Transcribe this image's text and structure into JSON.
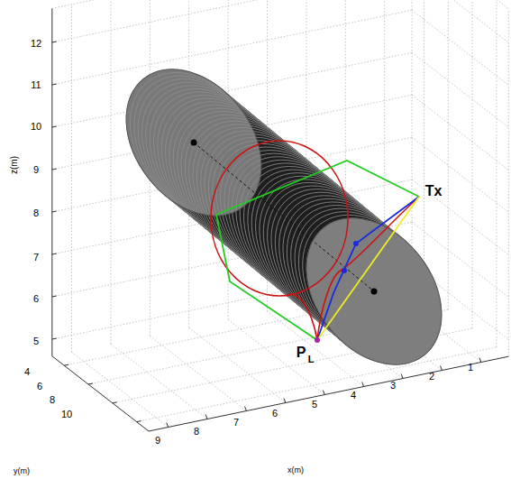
{
  "diagram": {
    "labels": [
      "12",
      "11",
      "10",
      "9",
      "8",
      "7",
      "6",
      "5",
      "4",
      "6",
      "8",
      "10",
      "9",
      "8",
      "7",
      "6",
      "5",
      "4",
      "3",
      "2",
      "1",
      "z(m)",
      "y(m)",
      "x(m)",
      "Tx",
      "P",
      "L"
    ]
  }
}
